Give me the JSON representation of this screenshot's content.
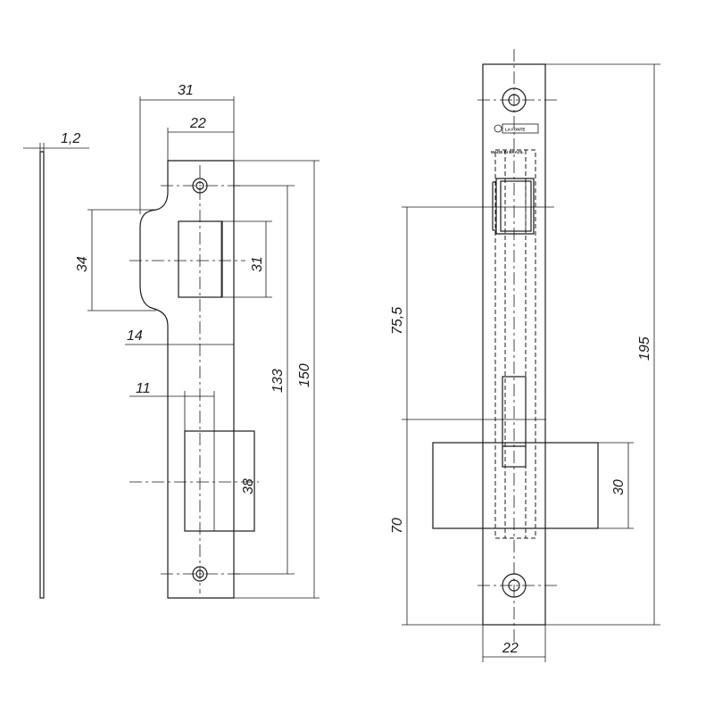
{
  "dimensions": {
    "thickness": "1,2",
    "strike_width_outer": "31",
    "strike_width_inner": "22",
    "lip_height": "34",
    "latch_opening": "31",
    "strike_offset_a": "14",
    "strike_offset_b": "11",
    "screw_spacing": "133",
    "strike_length": "150",
    "bolt_opening": "38",
    "backset": "75,5",
    "lock_length": "195",
    "bolt_throw": "30",
    "lower_offset": "70",
    "faceplate_width": "22"
  },
  "faceplate": {
    "brand": "LA FONTE",
    "made_in": "MADE IN BRAZIL"
  }
}
